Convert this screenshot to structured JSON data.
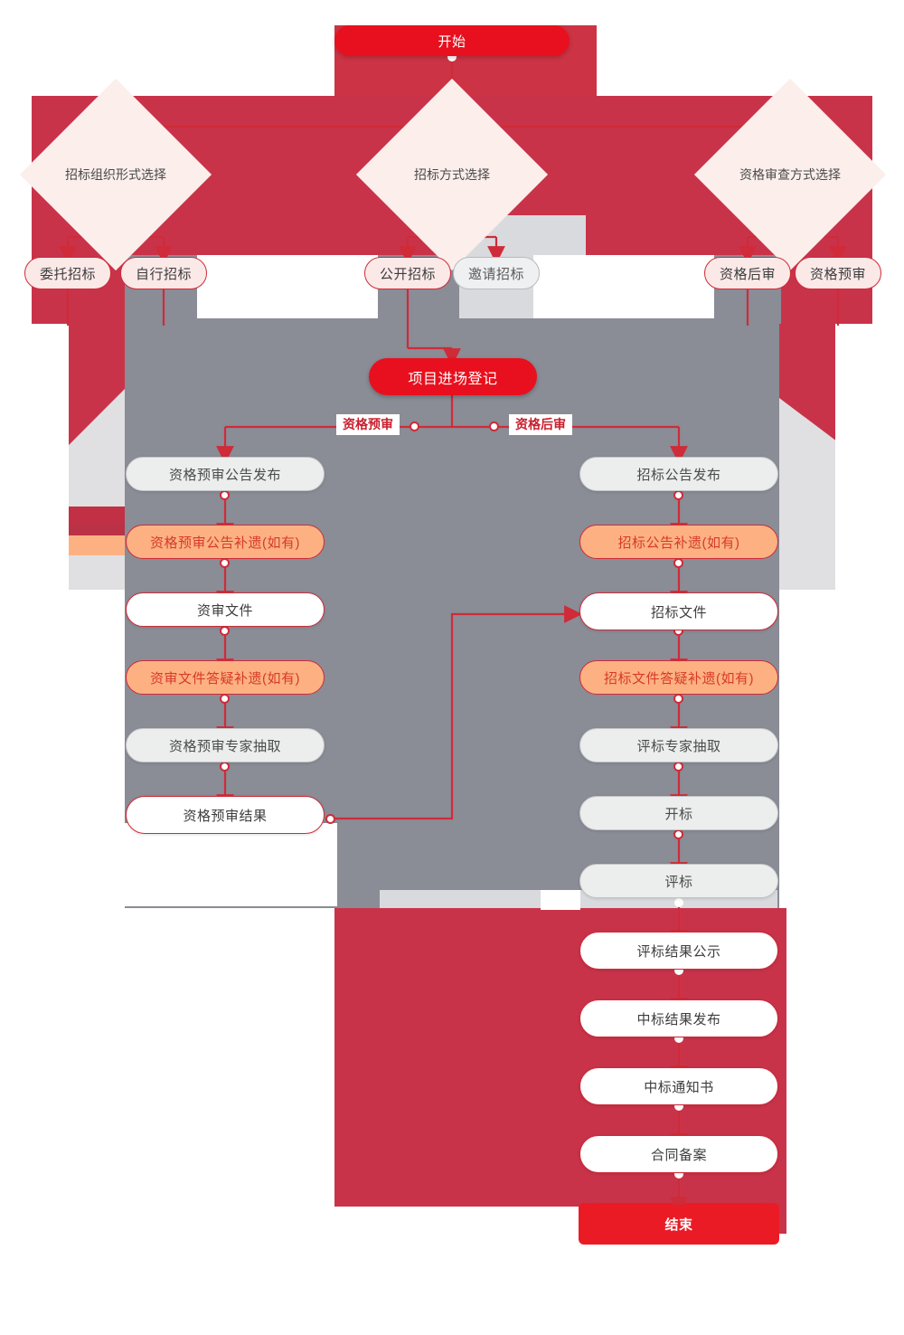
{
  "diagram": {
    "title_node": "开始",
    "end_node": "结束",
    "type": "flowchart",
    "decisions": [
      {
        "id": "d1",
        "label": "招标组织形式选择"
      },
      {
        "id": "d2",
        "label": "招标方式选择"
      },
      {
        "id": "d3",
        "label": "资格审查方式选择"
      }
    ],
    "options": [
      {
        "id": "o1",
        "label": "委托招标",
        "style": "pink"
      },
      {
        "id": "o2",
        "label": "自行招标",
        "style": "pink"
      },
      {
        "id": "o3",
        "label": "公开招标",
        "style": "pink"
      },
      {
        "id": "o4",
        "label": "邀请招标",
        "style": "gray"
      },
      {
        "id": "o5",
        "label": "资格后审",
        "style": "pink"
      },
      {
        "id": "o6",
        "label": "资格预审",
        "style": "pink"
      }
    ],
    "registration": "项目进场登记",
    "branch_labels": {
      "left": "资格预审",
      "right": "资格后审"
    },
    "left_column": [
      {
        "id": "L1",
        "label": "资格预审公告发布",
        "style": "gray"
      },
      {
        "id": "L2",
        "label": "资格预审公告补遗(如有)",
        "style": "orange"
      },
      {
        "id": "L3",
        "label": "资审文件",
        "style": "white"
      },
      {
        "id": "L4",
        "label": "资审文件答疑补遗(如有)",
        "style": "orange"
      },
      {
        "id": "L5",
        "label": "资格预审专家抽取",
        "style": "gray"
      },
      {
        "id": "L6",
        "label": "资格预审结果",
        "style": "white"
      }
    ],
    "right_column": [
      {
        "id": "R1",
        "label": "招标公告发布",
        "style": "gray"
      },
      {
        "id": "R2",
        "label": "招标公告补遗(如有)",
        "style": "orange"
      },
      {
        "id": "R3",
        "label": "招标文件",
        "style": "white"
      },
      {
        "id": "R4",
        "label": "招标文件答疑补遗(如有)",
        "style": "orange"
      },
      {
        "id": "R5",
        "label": "评标专家抽取",
        "style": "gray"
      },
      {
        "id": "R6",
        "label": "开标",
        "style": "gray"
      },
      {
        "id": "R7",
        "label": "评标",
        "style": "gray"
      },
      {
        "id": "R8",
        "label": "评标结果公示",
        "style": "white"
      },
      {
        "id": "R9",
        "label": "中标结果发布",
        "style": "white"
      },
      {
        "id": "R10",
        "label": "中标通知书",
        "style": "white"
      },
      {
        "id": "R11",
        "label": "合同备案",
        "style": "white"
      }
    ],
    "colors": {
      "accent_red": "#e8101e",
      "brand_red": "#cf2b38",
      "band_red": "#c9334a",
      "orange": "#fdb183",
      "gray_panel": "#8a8c96",
      "node_gray": "#eceded"
    }
  }
}
